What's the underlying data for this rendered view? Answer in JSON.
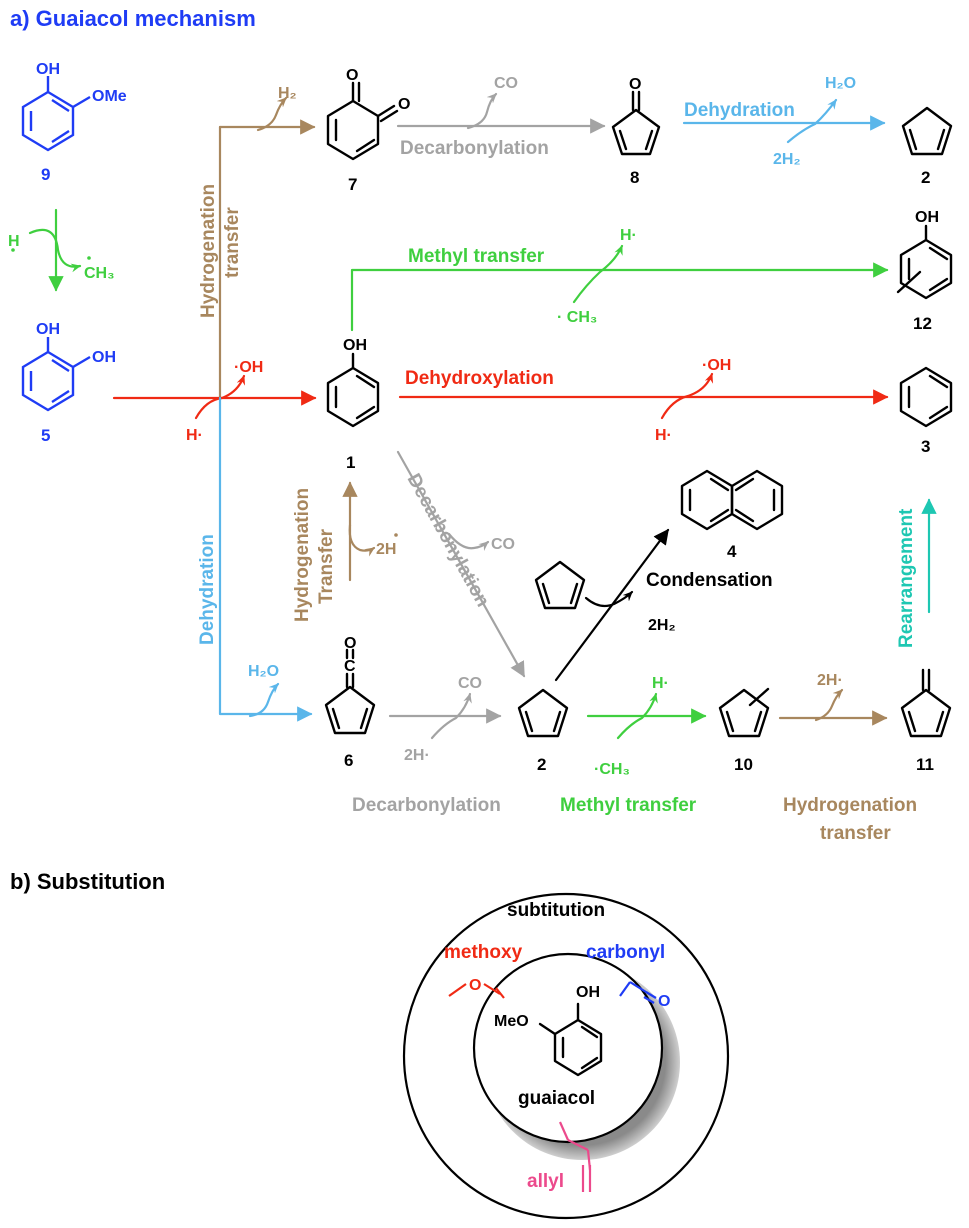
{
  "colors": {
    "blue": "#1f3cf5",
    "brown": "#a8875e",
    "gray": "#a3a3a3",
    "lightblue": "#5ab6ea",
    "green": "#3fcf3f",
    "red": "#f02a14",
    "teal": "#1ec7b2",
    "pink": "#ec4a8c",
    "black": "#000000"
  },
  "panel_a": {
    "title": "a) Guaiacol mechanism",
    "compounds": {
      "c9": "9",
      "c5": "5",
      "c7": "7",
      "c8": "8",
      "c2_top": "2",
      "c12": "12",
      "c1": "1",
      "c3": "3",
      "c4": "4",
      "c6": "6",
      "c2_mid": "2",
      "c10": "10",
      "c11": "11"
    },
    "substituents": {
      "oh": "OH",
      "ome": "OMe",
      "meo": "MeO",
      "o_atom": "O",
      "c_atom": "C"
    },
    "labels": {
      "hydrogenation_transfer_v": [
        "Hydrogenation",
        "transfer"
      ],
      "decarbonylation_top": "Decarbonylation",
      "dehydration_top": "Dehydration",
      "methyl_transfer_top": "Methyl transfer",
      "dehydroxylation": "Dehydroxylation",
      "decarbonylation_diag": "Decarbonylation",
      "hydrogenation_transfer_up": [
        "Hydrogenation",
        "Transfer"
      ],
      "dehydration_v": "Dehydration",
      "condensation": "Condensation",
      "rearrangement": "Rearrangement",
      "decarbonylation_bottom": "Decarbonylation",
      "methyl_transfer_bottom": "Methyl transfer",
      "hydrogenation_transfer_bottom": [
        "Hydrogenation",
        "transfer"
      ]
    },
    "species": {
      "h2_top": "H₂",
      "co_top": "CO",
      "h2o_top": "H₂O",
      "twoh2_top": "2H₂",
      "h_dot_green": "H·",
      "ch3_green": "· CH₃",
      "oh_rad": "·OH",
      "h_rad": "H·",
      "oh_rad_right": "·OH",
      "h_rad_right": "H·",
      "co_mid": "CO",
      "twoh_mid": "2H",
      "twoh2_mid": "2H₂",
      "h2o_bottom": "H₂O",
      "co_bottom": "CO",
      "twoh_bottom": "2H·",
      "h_bottom": "H·",
      "ch3_bottom": "·CH₃",
      "twoh_right": "2H·",
      "h_9to5": "H",
      "ch3_9to5": "CH₃"
    }
  },
  "panel_b": {
    "title": "b) Substitution",
    "outer_label": "subtitution",
    "methoxy": "methoxy",
    "carbonyl": "carbonyl",
    "center": "guaiacol",
    "allyl": "allyl"
  }
}
